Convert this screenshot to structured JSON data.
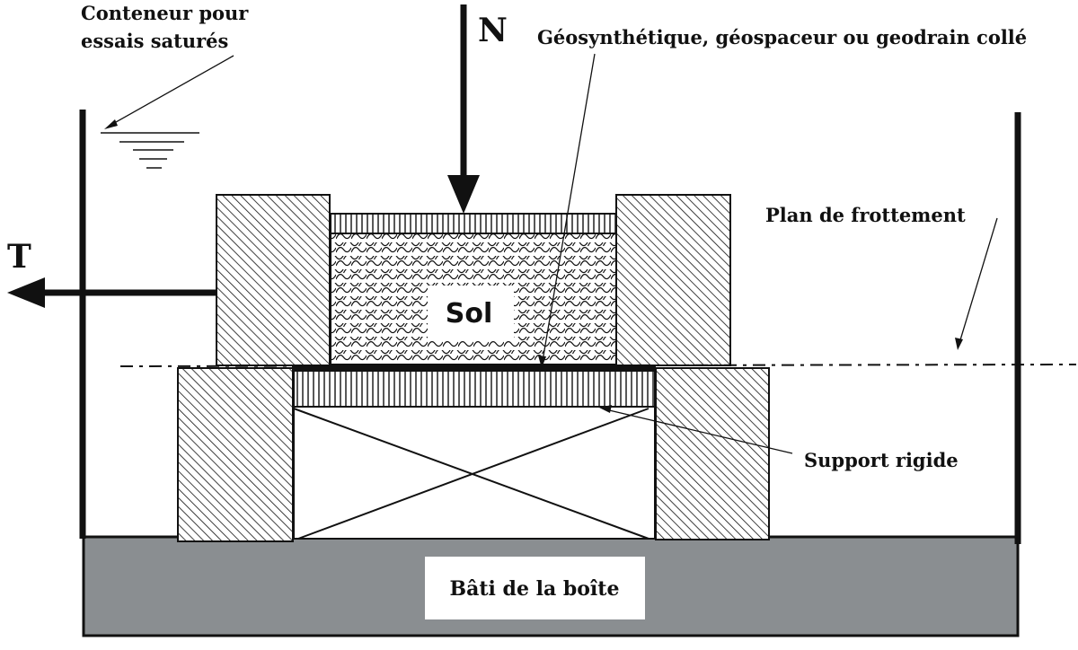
{
  "labels": {
    "container_line1": "Conteneur pour",
    "container_line2": "essais saturés",
    "normal_force": "N",
    "shear_force": "T",
    "geosynthetic": "Géosynthétique, géospaceur ou geodrain collé",
    "friction_plane": "Plan de frottement",
    "soil": "Sol",
    "rigid_support": "Support rigide",
    "frame": "Bâti de la boîte"
  },
  "colors": {
    "frame_fill": "#8a8e91",
    "line": "#111111",
    "background": "#ffffff"
  }
}
